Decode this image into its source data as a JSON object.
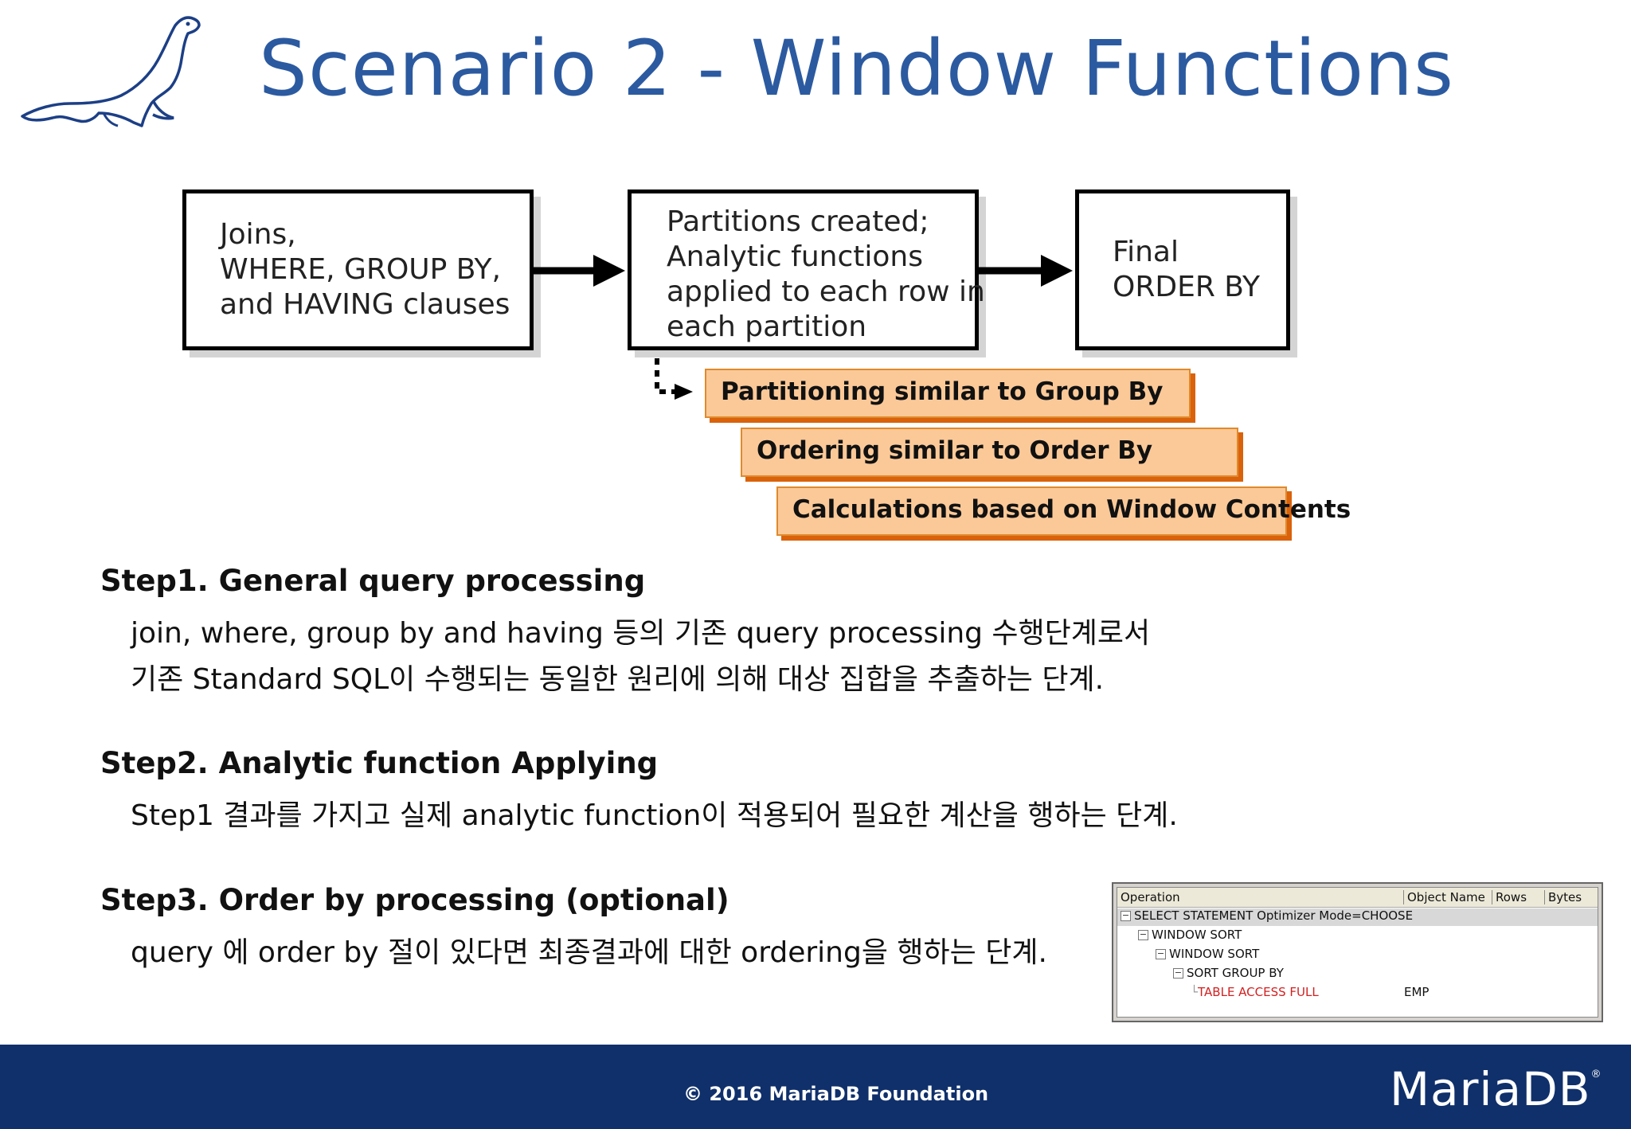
{
  "title": "Scenario 2 - Window Functions",
  "flow": {
    "box1": [
      "Joins,",
      "WHERE, GROUP BY,",
      "and HAVING clauses"
    ],
    "box2": [
      "Partitions created;",
      "Analytic functions",
      "applied to each row in",
      "each partition"
    ],
    "box3": [
      "Final",
      "ORDER BY"
    ]
  },
  "details": [
    "Partitioning similar to Group By",
    "Ordering similar to Order By",
    "Calculations based on Window Contents"
  ],
  "steps": [
    {
      "title": "Step1. General query processing",
      "lines": [
        "join, where, group by and having 등의 기존 query processing 수행단계로서",
        "기존 Standard SQL이 수행되는 동일한 원리에 의해 대상 집합을 추출하는 단계."
      ]
    },
    {
      "title": "Step2. Analytic function Applying",
      "lines": [
        "Step1 결과를 가지고 실제 analytic function이 적용되어 필요한 계산을 행하는 단계."
      ]
    },
    {
      "title": "Step3. Order by processing (optional)",
      "lines": [
        "query 에 order by 절이 있다면 최종결과에 대한 ordering을 행하는 단계."
      ]
    }
  ],
  "plan": {
    "headers": [
      "Operation",
      "Object Name",
      "Rows",
      "Bytes"
    ],
    "rows": [
      {
        "operation": "SELECT STATEMENT Optimizer Mode=CHOOSE",
        "object": ""
      },
      {
        "operation": "WINDOW SORT",
        "object": ""
      },
      {
        "operation": "WINDOW SORT",
        "object": ""
      },
      {
        "operation": "SORT GROUP BY",
        "object": ""
      },
      {
        "operation": "TABLE ACCESS FULL",
        "object": "EMP"
      }
    ],
    "toggle_symbol": "−"
  },
  "footer": {
    "copyright": "© 2016 MariaDB Foundation",
    "brand": "MariaDB",
    "trademark": "®"
  },
  "colors": {
    "title": "#2c5aa0",
    "footer_bg": "#10306b",
    "detail_fill": "#fbc998",
    "detail_shadow": "#d9620a",
    "plan_highlight": "#d42020"
  },
  "icons": {
    "logo": "sea-lion-logo-icon",
    "flow_arrow": "right-arrow-icon",
    "dashed_arrow": "dashed-elbow-arrow-icon"
  }
}
